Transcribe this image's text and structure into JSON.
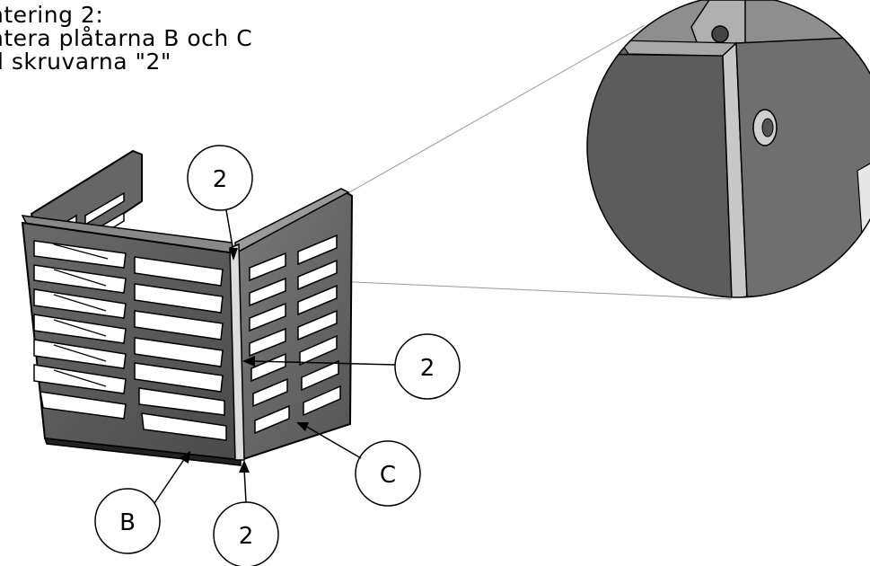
{
  "instructions": {
    "line1": "ntering 2:",
    "line2": "ntera plåtarna B och C",
    "line3": "d skruvarna \"2\""
  },
  "callouts": {
    "screw_top": "2",
    "screw_middle": "2",
    "screw_bottom": "2",
    "plate_b": "B",
    "plate_c": "C"
  },
  "colors": {
    "line": "#000000",
    "plate_fill": "#5f5f5f",
    "slot_fill": "#ffffff",
    "detail_fill": "#6a6a6a"
  }
}
